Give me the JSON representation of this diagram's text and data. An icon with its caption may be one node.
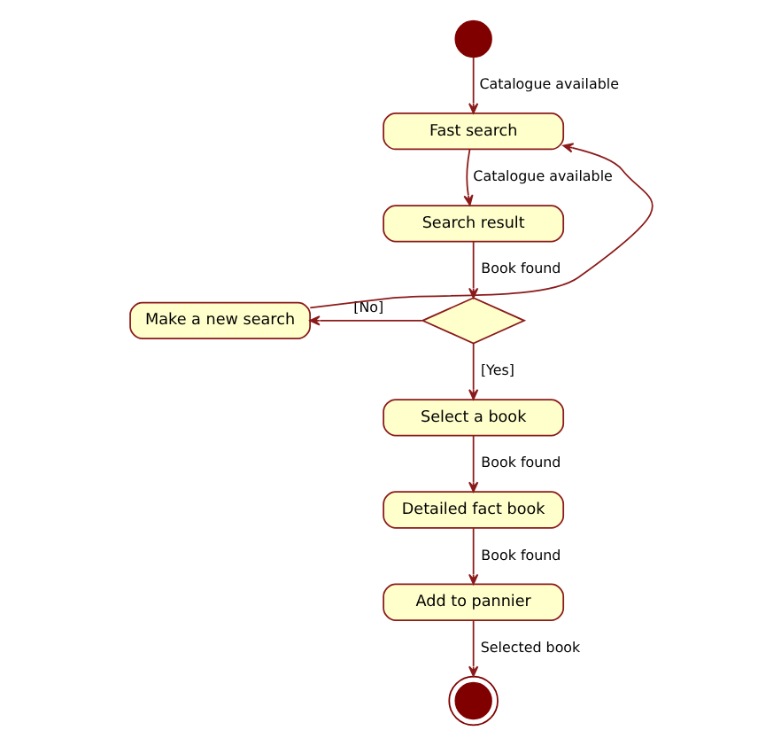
{
  "diagram": {
    "nodes": [
      {
        "text": [],
        "shape": "circle"
      },
      {
        "text": [
          "Fast search"
        ]
      },
      {
        "text": [
          "Search result"
        ]
      },
      {
        "text": [],
        "shape": "diamond"
      },
      {
        "text": [
          "Make a new search"
        ]
      },
      {
        "text": [
          "Select a book"
        ]
      },
      {
        "text": [
          "Detailed fact book"
        ]
      },
      {
        "text": [
          "Add to pannier"
        ]
      },
      {
        "text": [],
        "shape": "circle"
      }
    ],
    "edges": [
      {
        "from": 0,
        "to": 1,
        "arrow": "to",
        "label": "Catalogue available"
      },
      {
        "from": 1,
        "to": 2,
        "arrow": "to",
        "label": "Catalogue available"
      },
      {
        "from": 2,
        "to": 3,
        "arrow": "to",
        "label": "Book found"
      },
      {
        "from": 3,
        "to": 4,
        "arrow": "to",
        "label": "[No]"
      },
      {
        "from": 4,
        "to": 1,
        "arrow": "to"
      },
      {
        "from": 3,
        "to": 5,
        "arrow": "to",
        "label": "[Yes]"
      },
      {
        "from": 5,
        "to": 6,
        "arrow": "to",
        "label": "Book found"
      },
      {
        "from": 6,
        "to": 7,
        "arrow": "to",
        "label": "Book found"
      },
      {
        "from": 7,
        "to": 8,
        "arrow": "to",
        "label": "Selected book"
      }
    ]
  }
}
